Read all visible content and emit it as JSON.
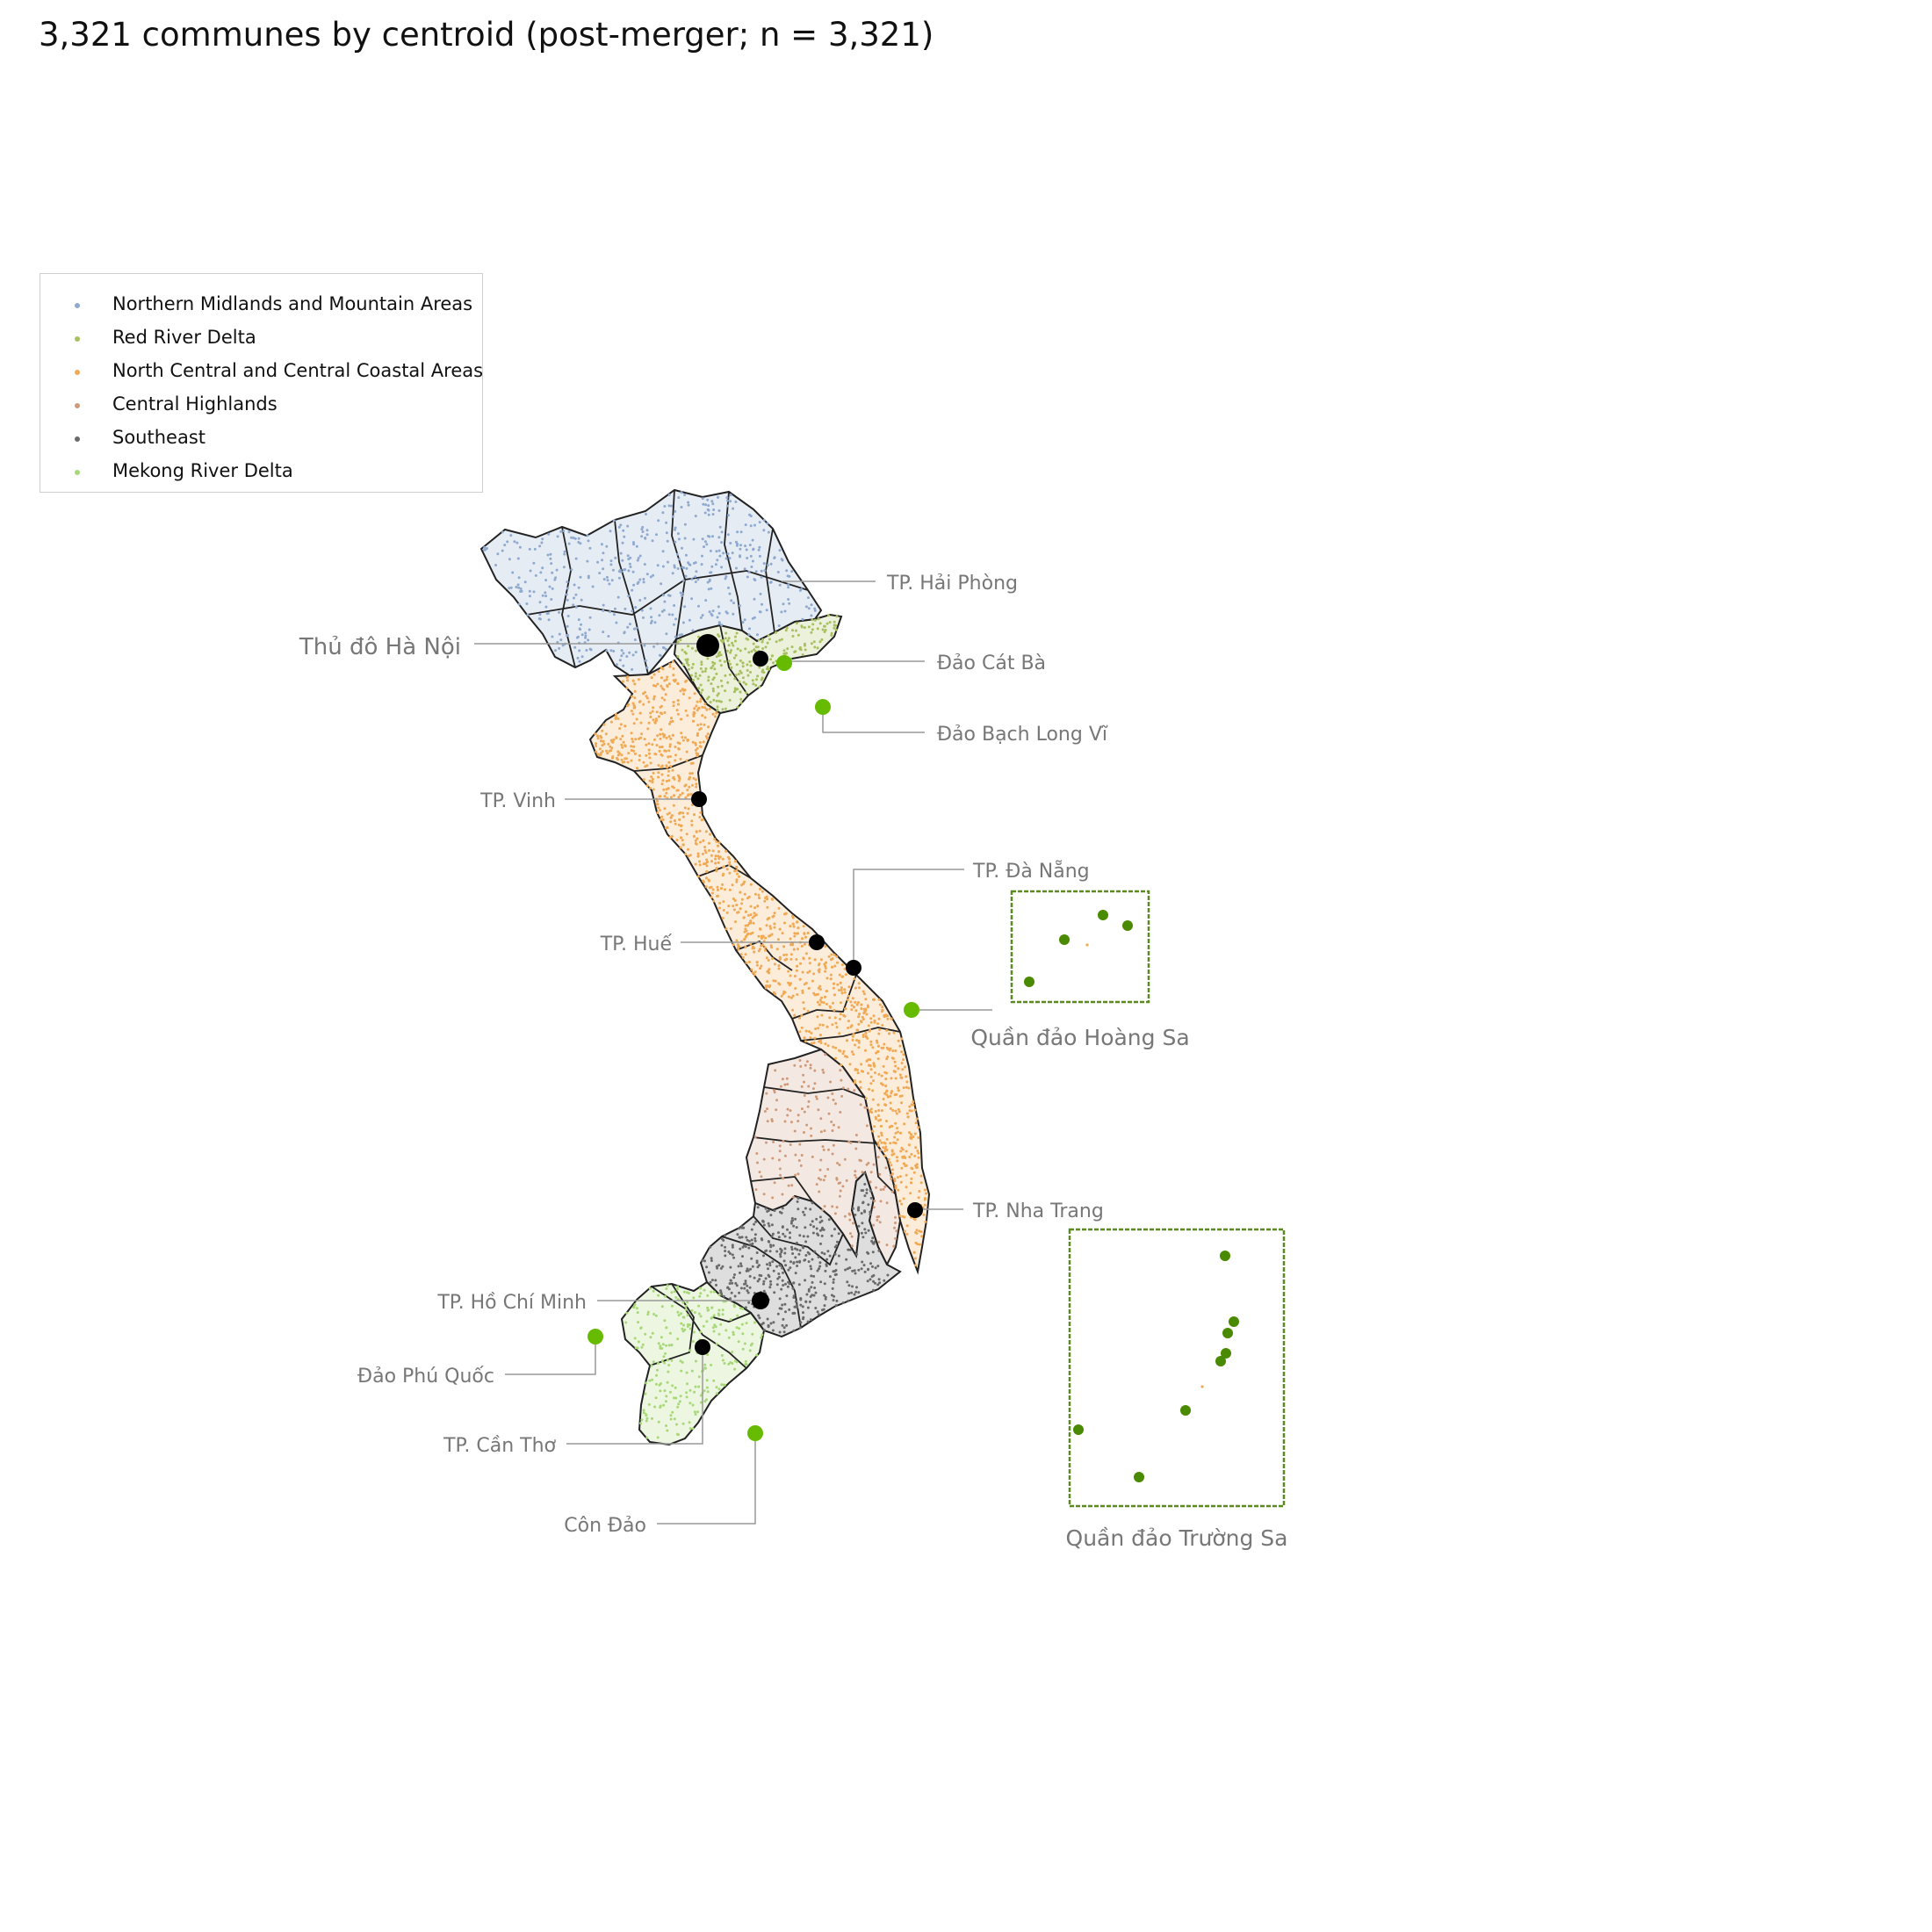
{
  "title": "3,321 communes by centroid (post-merger; n = 3,321)",
  "legend": {
    "items": [
      {
        "label": "Northern Midlands and Mountain Areas",
        "color": "#8fa9cf"
      },
      {
        "label": "Red River Delta",
        "color": "#a8c060"
      },
      {
        "label": "North Central and Central Coastal Areas",
        "color": "#f0a955"
      },
      {
        "label": "Central Highlands",
        "color": "#cf9a7a"
      },
      {
        "label": "Southeast",
        "color": "#6a6a6a"
      },
      {
        "label": "Mekong River Delta",
        "color": "#a8d878"
      }
    ]
  },
  "places": {
    "hanoi": "Thủ đô Hà Nội",
    "haiphong": "TP. Hải Phòng",
    "catba": "Đảo Cát Bà",
    "bachlongvi": "Đảo Bạch Long Vĩ",
    "vinh": "TP. Vinh",
    "danang": "TP. Đà Nẵng",
    "hue": "TP. Huế",
    "hoangsa": "Quần đảo Hoàng Sa",
    "nhatrang": "TP. Nha Trang",
    "hcm": "TP. Hồ Chí Minh",
    "phuquoc": "Đảo Phú Quốc",
    "cantho": "TP. Cần Thơ",
    "condao": "Côn Đảo",
    "truongsa": "Quần đảo Trường Sa"
  },
  "colors": {
    "city_marker": "#000000",
    "island_marker": "#66bb00",
    "inset_marker": "#4a8a00",
    "inset_border": "#5a8a20",
    "leader_line": "#999999",
    "province_border": "#222222"
  }
}
